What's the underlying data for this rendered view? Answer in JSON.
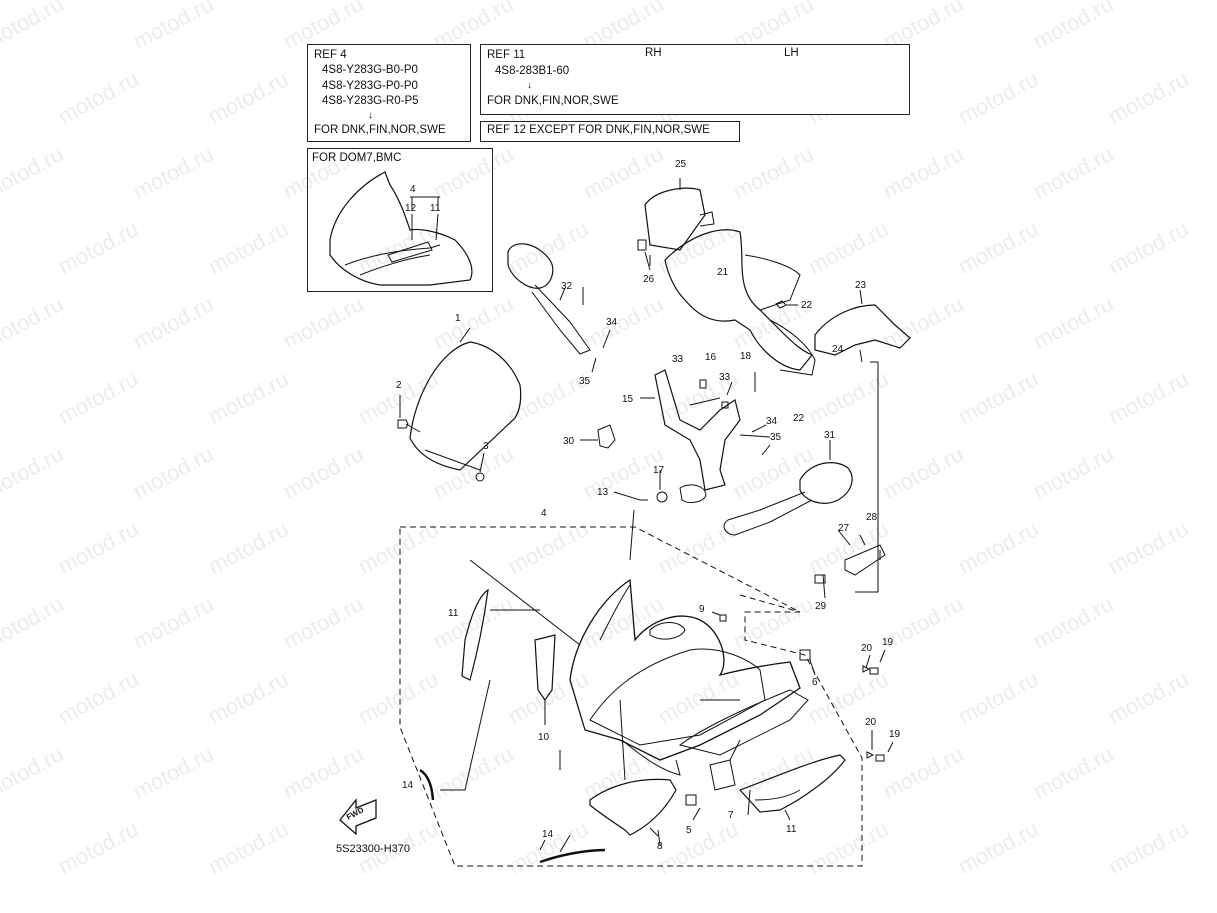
{
  "watermark": "motod.ru",
  "diagram_code": "5S23300-H370",
  "fwd_label": "FWD",
  "ref4": {
    "title": "REF 4",
    "codes": [
      "4S8-Y283G-B0-P0",
      "4S8-Y283G-P0-P0",
      "4S8-Y283G-R0-P5"
    ],
    "arrow": "↓",
    "note": "FOR DNK,FIN,NOR,SWE"
  },
  "ref11": {
    "title": "REF 11",
    "code": "4S8-283B1-60",
    "arrow": "↓",
    "note": "FOR DNK,FIN,NOR,SWE",
    "rh": "RH",
    "lh": "LH"
  },
  "ref12": {
    "text": "REF 12  EXCEPT FOR DNK,FIN,NOR,SWE"
  },
  "dom": {
    "title": "FOR DOM7,BMC",
    "labels": [
      "4",
      "12",
      "11"
    ]
  },
  "callouts": [
    {
      "id": "c25",
      "text": "25"
    },
    {
      "id": "c26",
      "text": "26"
    },
    {
      "id": "c21",
      "text": "21"
    },
    {
      "id": "c22a",
      "text": "22"
    },
    {
      "id": "c23",
      "text": "23"
    },
    {
      "id": "c24",
      "text": "24"
    },
    {
      "id": "c32",
      "text": "32"
    },
    {
      "id": "c34a",
      "text": "34"
    },
    {
      "id": "c35a",
      "text": "35"
    },
    {
      "id": "c33a",
      "text": "33"
    },
    {
      "id": "c16",
      "text": "16"
    },
    {
      "id": "c18",
      "text": "18"
    },
    {
      "id": "c33b",
      "text": "33"
    },
    {
      "id": "c22b",
      "text": "22"
    },
    {
      "id": "c15",
      "text": "15"
    },
    {
      "id": "c34b",
      "text": "34"
    },
    {
      "id": "c35b",
      "text": "35"
    },
    {
      "id": "c31",
      "text": "31"
    },
    {
      "id": "c30",
      "text": "30"
    },
    {
      "id": "c17",
      "text": "17"
    },
    {
      "id": "c13",
      "text": "13"
    },
    {
      "id": "c1",
      "text": "1"
    },
    {
      "id": "c2",
      "text": "2"
    },
    {
      "id": "c3",
      "text": "3"
    },
    {
      "id": "c4",
      "text": "4"
    },
    {
      "id": "c27",
      "text": "27"
    },
    {
      "id": "c28",
      "text": "28"
    },
    {
      "id": "c29",
      "text": "29"
    },
    {
      "id": "c9",
      "text": "9"
    },
    {
      "id": "c11a",
      "text": "11"
    },
    {
      "id": "c20a",
      "text": "20"
    },
    {
      "id": "c19a",
      "text": "19"
    },
    {
      "id": "c6",
      "text": "6"
    },
    {
      "id": "c10",
      "text": "10"
    },
    {
      "id": "c20b",
      "text": "20"
    },
    {
      "id": "c19b",
      "text": "19"
    },
    {
      "id": "c14a",
      "text": "14"
    },
    {
      "id": "c7",
      "text": "7"
    },
    {
      "id": "c5",
      "text": "5"
    },
    {
      "id": "c11b",
      "text": "11"
    },
    {
      "id": "c14b",
      "text": "14"
    },
    {
      "id": "c8",
      "text": "8"
    }
  ]
}
